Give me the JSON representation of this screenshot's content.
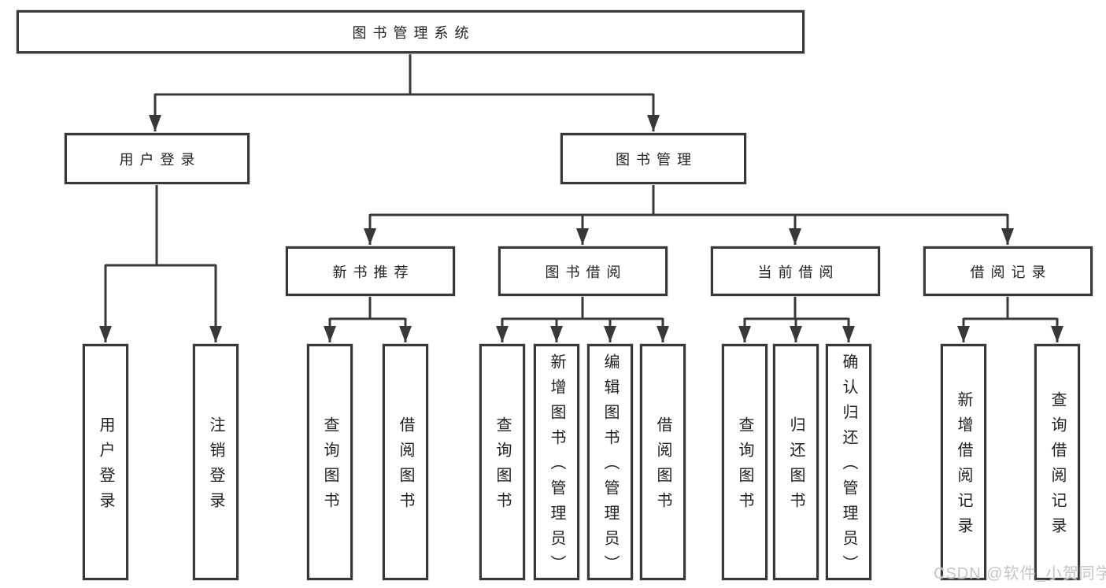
{
  "colors": {
    "line": "#383838",
    "box_border": "#383838",
    "text": "#222222",
    "watermark": "#c5c5c5",
    "background": "#ffffff"
  },
  "tree": {
    "root": {
      "label": "图书管理系统"
    },
    "level2": [
      {
        "label": "用户登录"
      },
      {
        "label": "图书管理"
      }
    ],
    "level3": [
      {
        "label": "新书推荐"
      },
      {
        "label": "图书借阅"
      },
      {
        "label": "当前借阅"
      },
      {
        "label": "借阅记录"
      }
    ],
    "leaves": {
      "user_login_group": [
        {
          "label": "用户登录"
        },
        {
          "label": "注销登录"
        }
      ],
      "new_book_group": [
        {
          "label": "查询图书"
        },
        {
          "label": "借阅图书"
        }
      ],
      "book_borrow_group": [
        {
          "label": "查询图书"
        },
        {
          "label": "新增图书（管理员）"
        },
        {
          "label": "编辑图书（管理员）"
        },
        {
          "label": "借阅图书"
        }
      ],
      "current_borrow_group": [
        {
          "label": "查询图书"
        },
        {
          "label": "归还图书"
        },
        {
          "label": "确认归还（管理员）"
        }
      ],
      "borrow_record_group": [
        {
          "label": "新增借阅记录"
        },
        {
          "label": "查询借阅记录"
        }
      ]
    }
  },
  "watermark": {
    "text": "CSDN @软件_小贺同学"
  }
}
